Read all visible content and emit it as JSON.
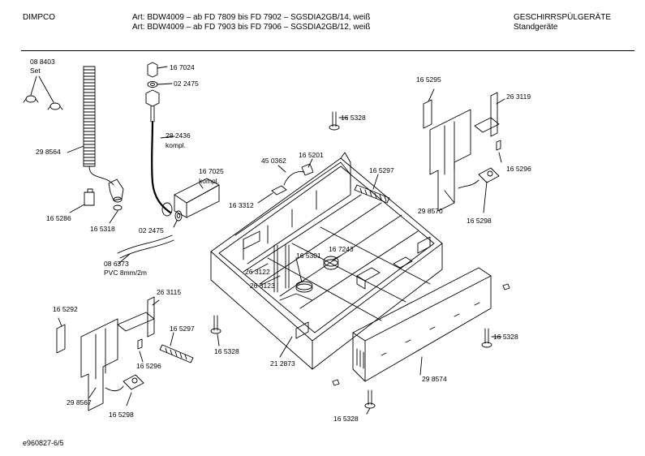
{
  "header": {
    "brand": "DIMPCO",
    "art_line1": "Art: BDW4009 – ab FD 7809 bis FD 7902 – SGSDIA2GB/14, weiß",
    "art_line2": "Art: BDW4009 – ab FD 7903 bis FD 7906 – SGSDIA2GB/12, weiß",
    "category": "GESCHIRRSPÜLGERÄTE",
    "subcategory": "Standgeräte"
  },
  "parts": {
    "p088403": "08 8403",
    "set": "Set",
    "p298564": "29 8564",
    "p165286": "16 5286",
    "p165318": "16 5318",
    "p167024": "16 7024",
    "p022475a": "02 2475",
    "p282436": "28 2436",
    "kompl1": "kompl.",
    "p167025": "16 7025",
    "kompl2": "kompl.",
    "p022475b": "02 2475",
    "p086373": "08 6373",
    "pvc": "PVC 8mm/2m",
    "p450362": "45 0362",
    "p165201": "16 5201",
    "p163312": "16 3312",
    "p165297a": "16 5297",
    "p165328a": "16 5328",
    "p165295": "16 5295",
    "p263119": "26 3119",
    "p165296a": "16 5296",
    "p298570": "29 8570",
    "p165298a": "16 5298",
    "p167243": "16 7243",
    "p165301": "16 5301",
    "p263122": "26 3122",
    "p263123": "26 3123",
    "p263115": "26 3115",
    "p165292": "16 5292",
    "p165297b": "16 5297",
    "p165328b": "16 5328",
    "p165296b": "16 5296",
    "p298567": "29 8567",
    "p165298b": "16 5298",
    "p212873": "21 2873",
    "p298574": "29 8574",
    "p165328c": "16 5328",
    "p165328d": "16 5328"
  },
  "footer": {
    "doc_id": "e960827-6/5"
  }
}
